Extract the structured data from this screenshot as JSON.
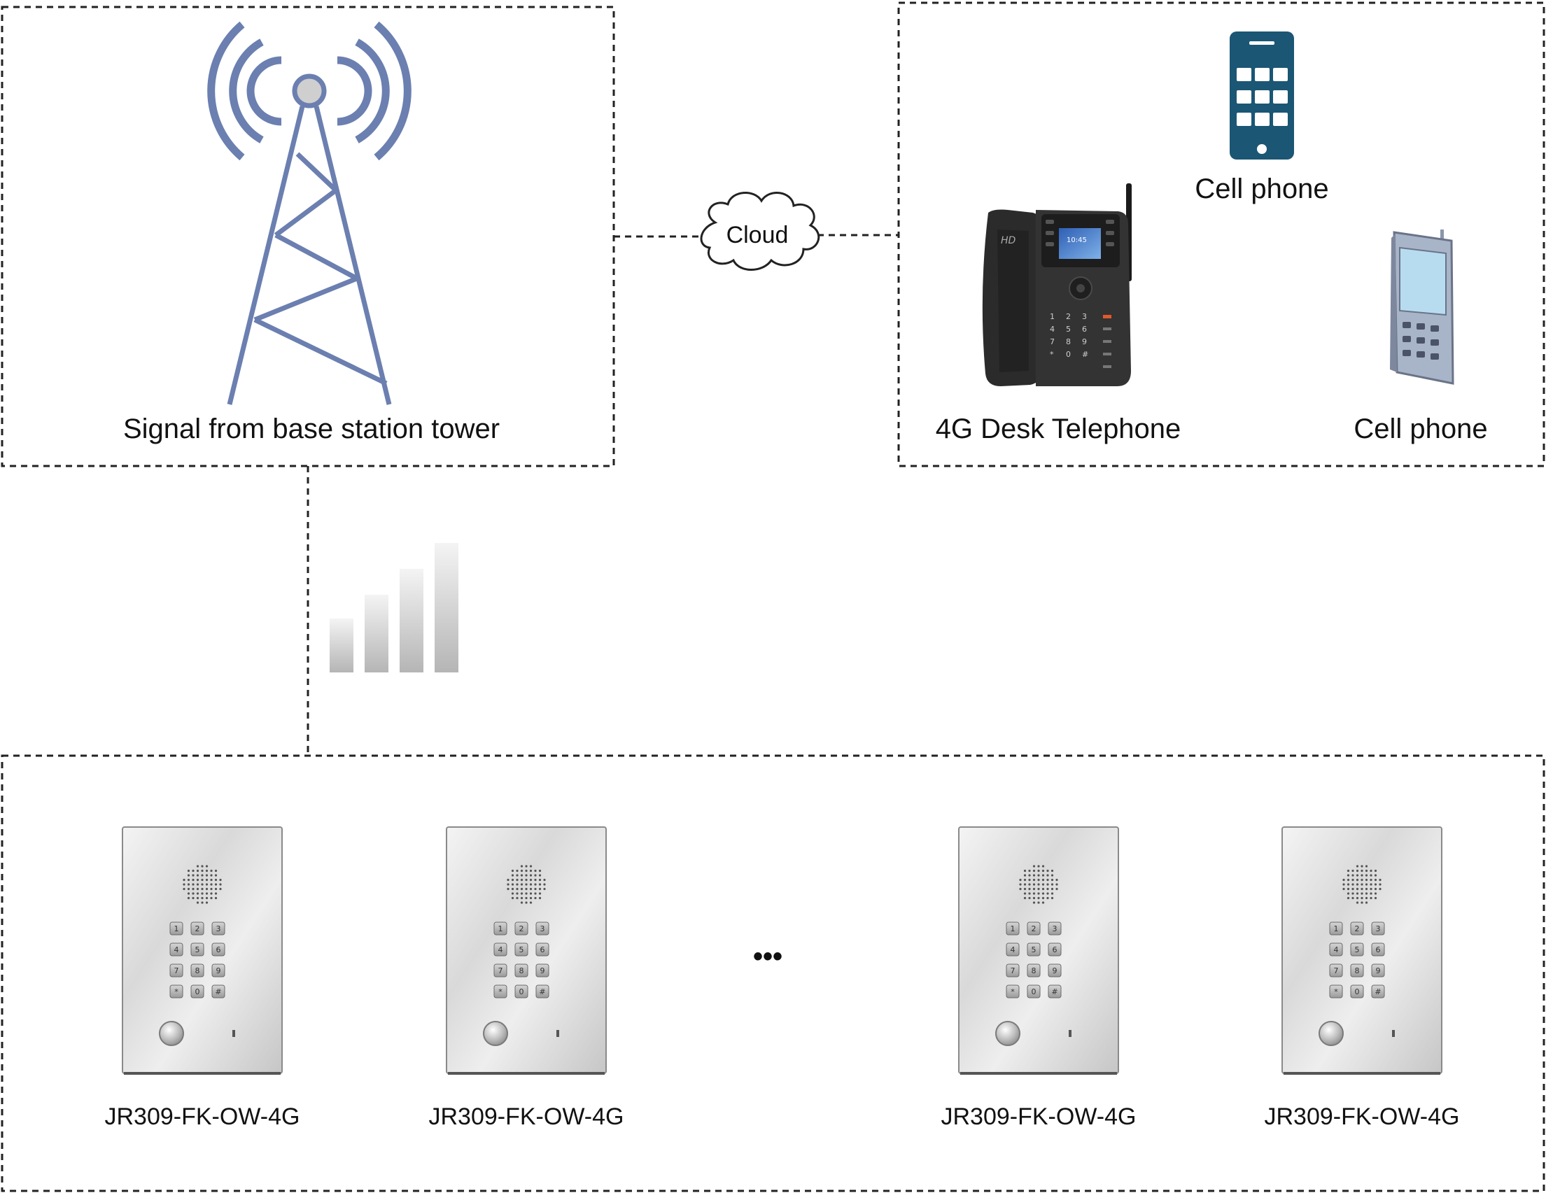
{
  "tower_group": {
    "label": "Signal from base station tower"
  },
  "cloud": {
    "label": "Cloud"
  },
  "phones_group": {
    "desk_phone_label": "4G Desk Telephone",
    "smartphone_label": "Cell phone",
    "feature_phone_label": "Cell phone",
    "desk_phone_screen_text": "10:45"
  },
  "intercom_group": {
    "units": [
      {
        "label": "JR309-FK-OW-4G"
      },
      {
        "label": "JR309-FK-OW-4G"
      },
      {
        "label": "JR309-FK-OW-4G"
      },
      {
        "label": "JR309-FK-OW-4G"
      }
    ],
    "keypad_keys": [
      "1",
      "2",
      "3",
      "4",
      "5",
      "6",
      "7",
      "8",
      "9",
      "*",
      "0",
      "#"
    ],
    "ellipsis": "•••"
  },
  "colors": {
    "tower": "#6b7fb0",
    "smartphone": "#1b5674",
    "feature_phone_body": "#a8b4c8",
    "feature_phone_screen": "#b8dcef",
    "signal_bars": "#b8b8b8",
    "dashed_line": "#222222"
  },
  "icons": [
    "antenna-tower-icon",
    "cloud-icon",
    "desk-phone-icon",
    "smartphone-icon",
    "feature-phone-icon",
    "signal-strength-icon",
    "intercom-panel-icon"
  ]
}
